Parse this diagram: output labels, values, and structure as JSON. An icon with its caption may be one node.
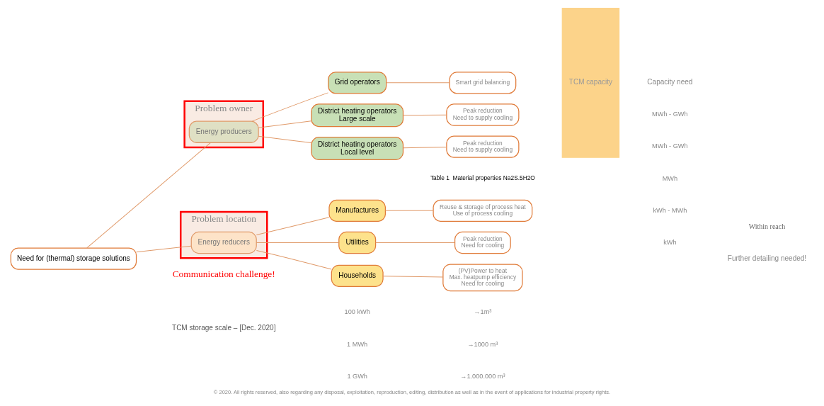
{
  "diagram": {
    "caption": "© 2020. All rights reserved, also regarding any disposal, exploitation, reproduction, editing, distribution as well as in the event of applications for industrial property rights.",
    "nodes": [
      {
        "text": [
          "Need for (thermal) storage solutions"
        ]
      },
      {
        "text": [
          "Problem owner"
        ]
      },
      {
        "text": [
          "Energy producers"
        ],
        "in": 1
      },
      {
        "text": [
          "Problem location"
        ]
      },
      {
        "text": [
          "Energy reducers"
        ],
        "in": 3
      },
      {
        "text": [
          "Grid operators"
        ]
      },
      {
        "text": [
          "District heating operators",
          "Large scale"
        ]
      },
      {
        "text": [
          "District heating operators",
          "Local level"
        ]
      },
      {
        "text": [
          "Manufactures"
        ]
      },
      {
        "text": [
          "Utilities"
        ]
      },
      {
        "text": [
          "Households"
        ]
      },
      {
        "text": [
          "Smart grid balancing"
        ]
      },
      {
        "text": [
          "Peak reduction",
          "Need to supply cooling"
        ]
      },
      {
        "text": [
          "Peak reduction",
          "Need to supply cooling"
        ]
      },
      {
        "text": [
          "Reuse & storage of process heat",
          "Use of process cooling"
        ]
      },
      {
        "text": [
          "Peak reduction",
          "Need for cooling"
        ]
      },
      {
        "text": [
          "(PV)Power to heat",
          "Max. heatpump efficiency",
          "Need for cooling"
        ]
      },
      {
        "text": [
          "TCM capacity"
        ]
      }
    ],
    "edges": [
      {
        "from": 0,
        "to": 2,
        "arrow": "none"
      },
      {
        "from": 0,
        "to": 4,
        "arrow": "none"
      },
      {
        "from": 2,
        "to": 5,
        "arrow": "none"
      },
      {
        "from": 2,
        "to": 6,
        "arrow": "none"
      },
      {
        "from": 2,
        "to": 7,
        "arrow": "none"
      },
      {
        "from": 4,
        "to": 8,
        "arrow": "none"
      },
      {
        "from": 4,
        "to": 9,
        "arrow": "none"
      },
      {
        "from": 4,
        "to": 10,
        "arrow": "none"
      },
      {
        "from": 5,
        "to": 11,
        "arrow": "none"
      },
      {
        "from": 6,
        "to": 12,
        "arrow": "none"
      },
      {
        "from": 7,
        "to": 13,
        "arrow": "none"
      },
      {
        "from": 8,
        "to": 14,
        "arrow": "none"
      },
      {
        "from": 9,
        "to": 15,
        "arrow": "none"
      },
      {
        "from": 10,
        "to": 16,
        "arrow": "none"
      }
    ],
    "labels": [
      "Capacity need",
      "MWh - GWh",
      "MWh - GWh",
      "Table 1  Material properties Na2S.5H2O",
      "Communication challenge!",
      "MWh",
      "kWh - MWh",
      "Within reach",
      "kWh",
      "Further detailing needed!",
      "TCM storage scale – [Dec. 2020]",
      "100 kWh",
      "→1m³",
      "1 MWh",
      "→1000 m³",
      "1 GWh",
      "→1.000.000 m³"
    ]
  }
}
